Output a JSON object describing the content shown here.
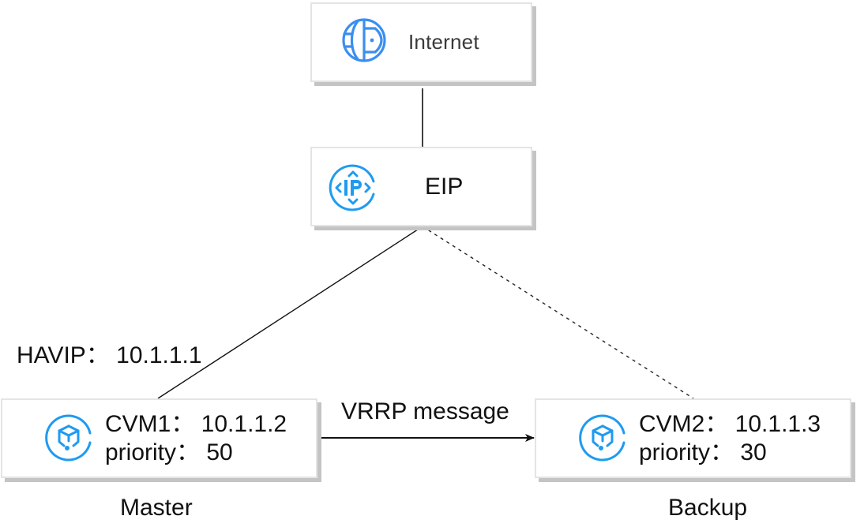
{
  "diagram": {
    "nodes": {
      "internet": {
        "label": "Internet",
        "icon": "globe-icon"
      },
      "eip": {
        "label": "EIP",
        "icon": "eip-icon"
      },
      "cvm1": {
        "name_line": "CVM1： 10.1.1.2",
        "priority_line": "priority： 50",
        "icon": "cvm-icon",
        "role": "Master"
      },
      "cvm2": {
        "name_line": "CVM2： 10.1.1.3",
        "priority_line": "priority： 30",
        "icon": "cvm-icon",
        "role": "Backup"
      }
    },
    "labels": {
      "havip": "HAVIP： 10.1.1.1",
      "vrrp": "VRRP message"
    },
    "edges": [
      {
        "from": "internet",
        "to": "eip",
        "style": "solid"
      },
      {
        "from": "eip",
        "to": "cvm1",
        "style": "solid"
      },
      {
        "from": "eip",
        "to": "cvm2",
        "style": "dashed"
      },
      {
        "from": "cvm1",
        "to": "cvm2",
        "style": "solid-arrow",
        "label": "VRRP message"
      }
    ],
    "colors": {
      "icon_blue": "#1e9bf0",
      "globe_blue": "#3b8ef0",
      "line": "#111111",
      "box_border": "#e4e4e4",
      "box_shadow": "#c4c4c4"
    }
  }
}
